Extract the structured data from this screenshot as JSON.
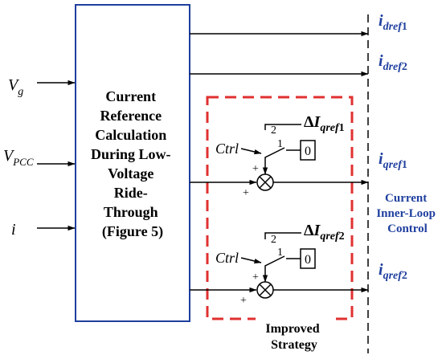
{
  "block": {
    "lines": [
      "Current",
      "Reference",
      "Calculation",
      "During Low-",
      "Voltage",
      "Ride-",
      "Through",
      "(Figure 5)"
    ]
  },
  "inputs": {
    "vg": {
      "main": "V",
      "sub": "g"
    },
    "vpcc": {
      "main": "V",
      "sub": "PCC"
    },
    "i": {
      "main": "i"
    }
  },
  "outputs": {
    "idref1": {
      "main": "i",
      "sub": "dref",
      "idx": "1"
    },
    "idref2": {
      "main": "i",
      "sub": "dref",
      "idx": "2"
    },
    "iqref1": {
      "main": "i",
      "sub": "qref",
      "idx": "1"
    },
    "iqref2": {
      "main": "i",
      "sub": "qref",
      "idx": "2"
    }
  },
  "delta1": {
    "delta": "Δ",
    "main": "I",
    "sub": "qref",
    "idx": "1"
  },
  "delta2": {
    "delta": "Δ",
    "main": "I",
    "sub": "qref",
    "idx": "2"
  },
  "switch": {
    "ctrl": "Ctrl",
    "pos1": "1",
    "pos2": "2",
    "zero": "0"
  },
  "sum": {
    "plus": "+"
  },
  "inner_loop": [
    "Current",
    "Inner-Loop",
    "Control"
  ],
  "improved": [
    "Improved",
    "Strategy"
  ],
  "colors": {
    "blue": "#1f3f9f",
    "red": "#e03030",
    "line": "#000000"
  }
}
